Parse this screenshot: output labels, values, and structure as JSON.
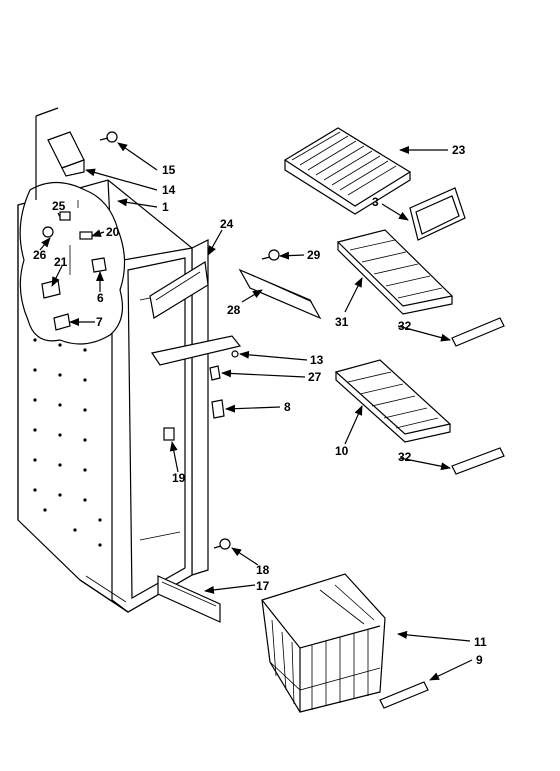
{
  "colors": {
    "ink": "#000000",
    "paper": "#ffffff"
  },
  "labels": {
    "p1": "1",
    "p3": "3",
    "p6": "6",
    "p7": "7",
    "p8": "8",
    "p9": "9",
    "p10": "10",
    "p11": "11",
    "p13": "13",
    "p14": "14",
    "p15": "15",
    "p17": "17",
    "p18": "18",
    "p19": "19",
    "p20": "20",
    "p21": "21",
    "p23": "23",
    "p24": "24",
    "p25": "25",
    "p26": "26",
    "p27": "27",
    "p28": "28",
    "p29": "29",
    "p31": "31",
    "p32a": "32",
    "p32b": "32"
  }
}
